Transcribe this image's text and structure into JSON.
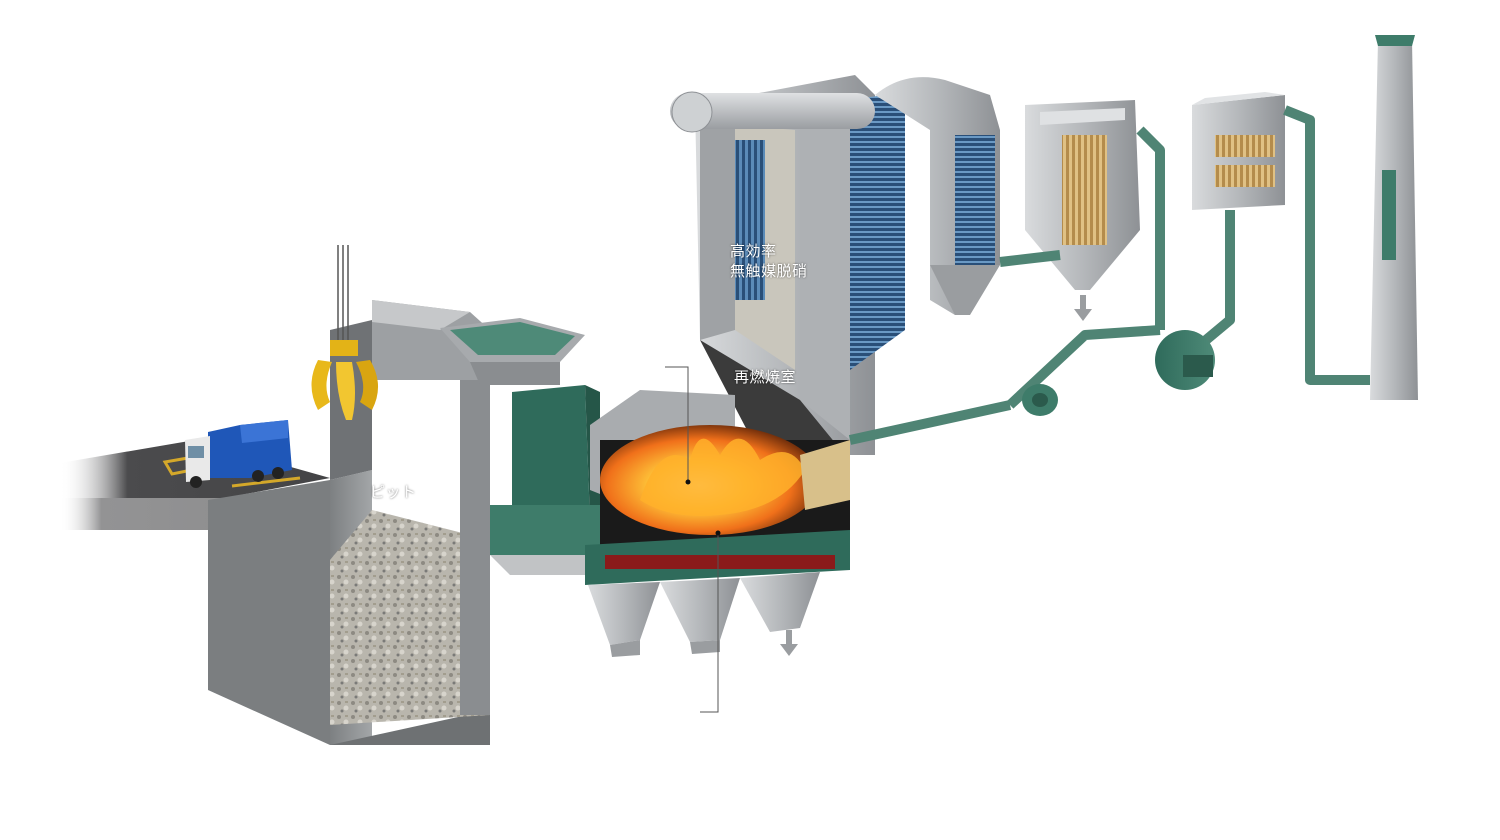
{
  "labels": {
    "pit": "ピット",
    "denox_line1": "高効率",
    "denox_line2": "無触媒脱硝",
    "reburn": "再燃焼室"
  },
  "icons": {
    "crane": "crane-grab-icon",
    "truck": "garbage-truck-icon",
    "ash_arrow": "down-arrow-icon"
  },
  "colors": {
    "steel": "#b9bcbf",
    "duct": "#5f8a7d",
    "concrete": "#8f9294",
    "road": "#4a4a4c",
    "fire": "#f39a1c",
    "truck_body": "#1f57b8"
  }
}
